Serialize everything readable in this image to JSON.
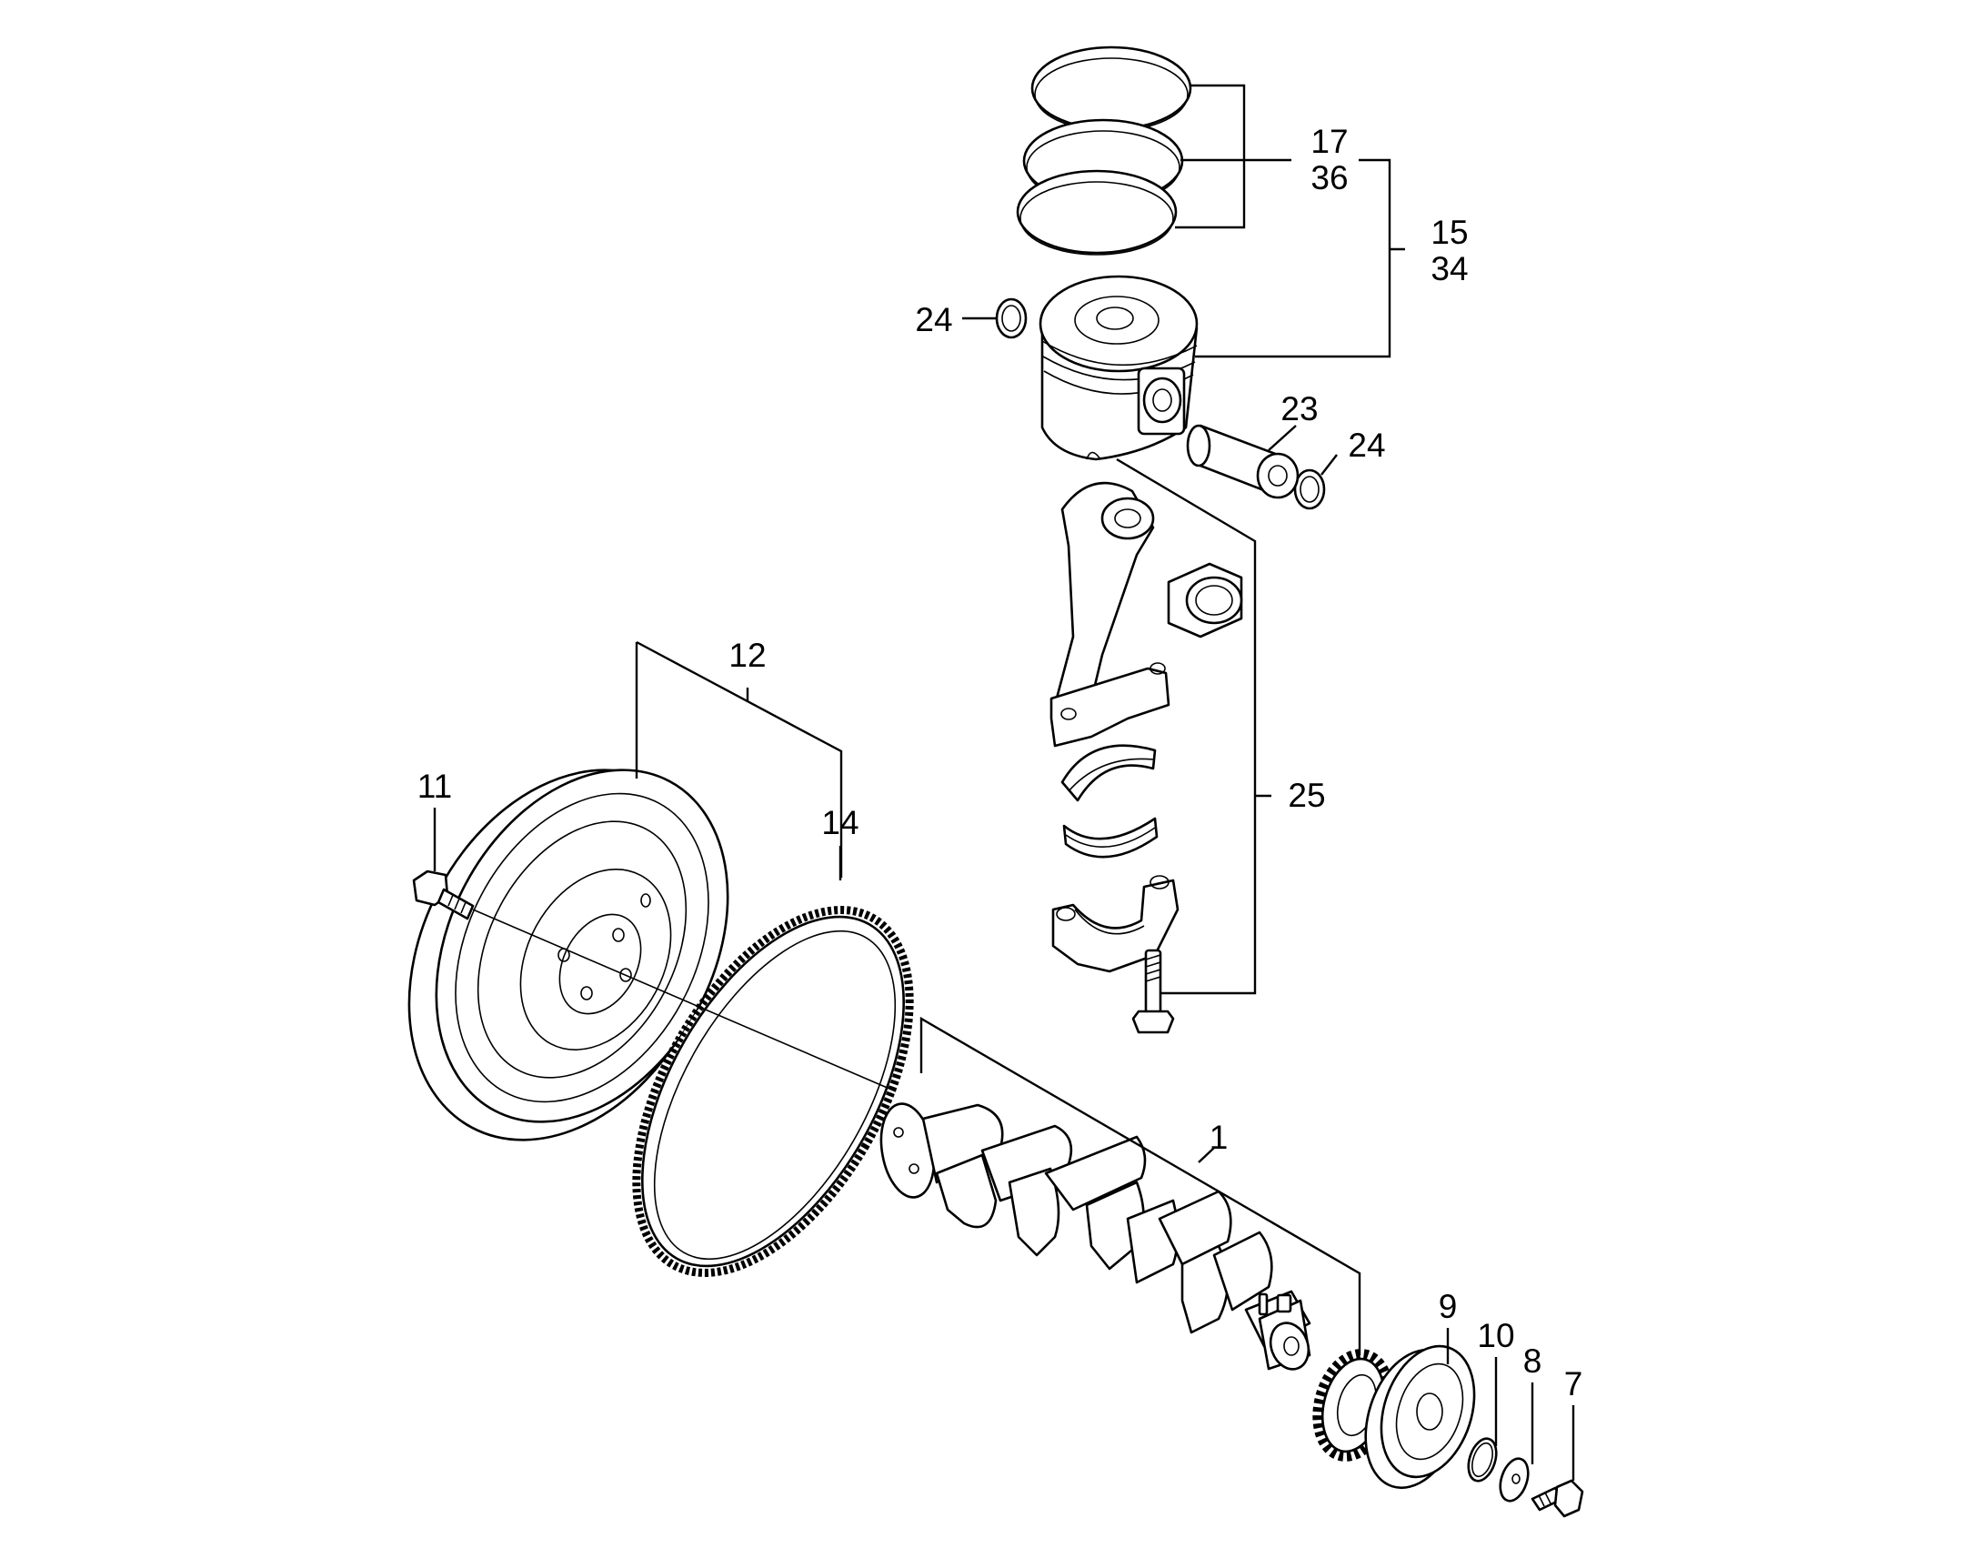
{
  "callouts": {
    "c1": "1",
    "c7": "7",
    "c8": "8",
    "c9": "9",
    "c10": "10",
    "c11": "11",
    "c12": "12",
    "c14": "14",
    "c15": "15",
    "c17": "17",
    "c23": "23",
    "c24a": "24",
    "c24b": "24",
    "c25": "25",
    "c34": "34",
    "c36": "36"
  }
}
